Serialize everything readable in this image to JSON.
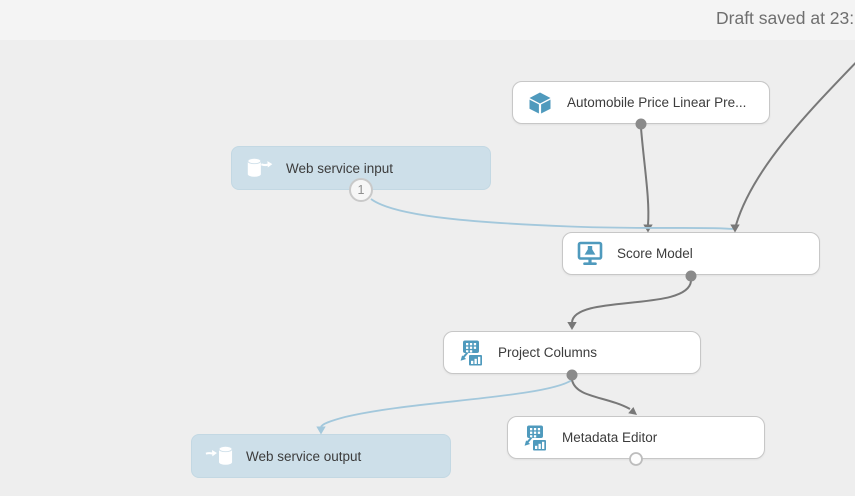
{
  "header": {
    "status_text": "Draft saved at 23:"
  },
  "nodes": {
    "auto_price": {
      "label": "Automobile Price Linear Pre...",
      "icon": "cube-icon"
    },
    "web_service_input": {
      "label": "Web service input",
      "icon": "database-arrow-out-icon",
      "output_port_label": "1"
    },
    "score_model": {
      "label": "Score Model",
      "icon": "monitor-flask-icon"
    },
    "project_columns": {
      "label": "Project Columns",
      "icon": "grid-to-chart-icon"
    },
    "metadata_editor": {
      "label": "Metadata Editor",
      "icon": "grid-to-chart-icon"
    },
    "web_service_output": {
      "label": "Web service output",
      "icon": "arrow-into-database-icon"
    }
  },
  "edges": [
    {
      "from": "auto_price",
      "to": "score_model_input_left",
      "color": "gray"
    },
    {
      "from": "offscreen_top_right",
      "to": "score_model_input_right",
      "color": "gray"
    },
    {
      "from": "web_service_input_port_1",
      "to": "score_model_input_right",
      "color": "blue"
    },
    {
      "from": "score_model",
      "to": "project_columns",
      "color": "gray"
    },
    {
      "from": "project_columns",
      "to": "web_service_output",
      "color": "blue"
    },
    {
      "from": "project_columns",
      "to": "metadata_editor",
      "color": "gray"
    }
  ],
  "colors": {
    "canvas_bg": "#eeeeee",
    "topbar_bg": "#f4f4f4",
    "node_bg": "#ffffff",
    "node_border": "#c7c7c7",
    "webservice_node_bg": "#cddfe9",
    "icon_blue": "#4f9abd",
    "edge_gray": "#787878",
    "edge_blue": "#a3c8dc",
    "port_fill": "#8a8a8a",
    "status_text": "#6f6f6f",
    "node_text": "#3c3c3c"
  }
}
